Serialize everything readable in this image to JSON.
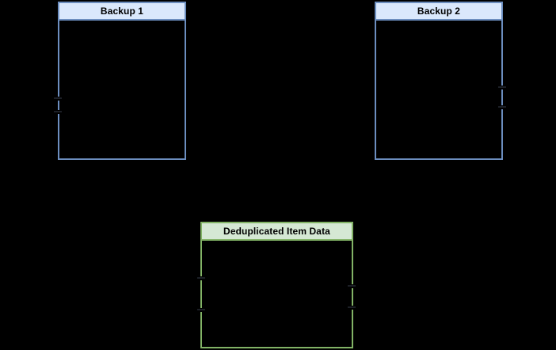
{
  "diagram": {
    "background_color": "#000000",
    "nodes": [
      {
        "title": "Backup 1",
        "header_fill": "#DAE8FC",
        "border_color": "#6C8EBF",
        "body_fill": "transparent"
      },
      {
        "title": "Backup 2",
        "header_fill": "#DAE8FC",
        "border_color": "#6C8EBF",
        "body_fill": "transparent"
      },
      {
        "title": "Deduplicated Item Data",
        "header_fill": "#D5E8D4",
        "border_color": "#82B366",
        "body_fill": "transparent"
      }
    ]
  }
}
